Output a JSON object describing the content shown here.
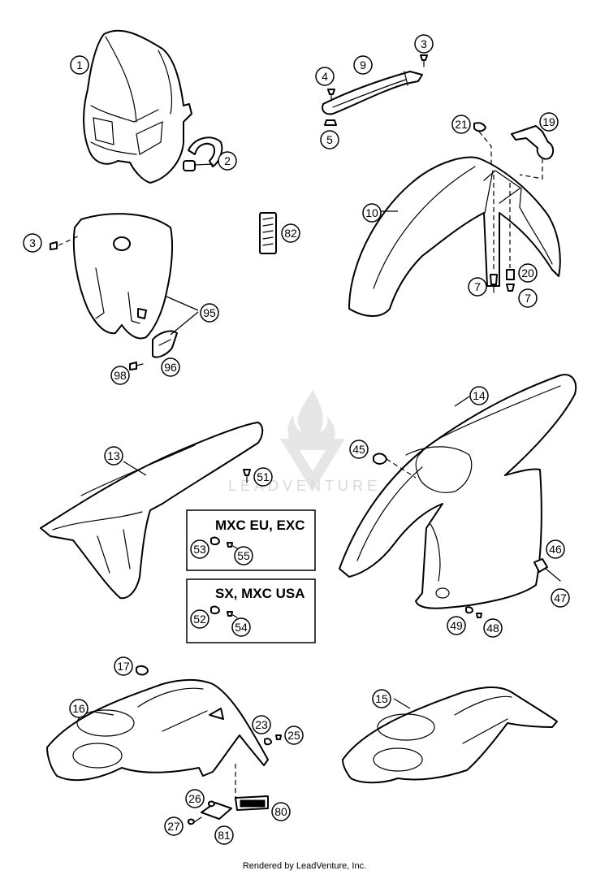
{
  "callouts": [
    {
      "id": "c1",
      "label": "1"
    },
    {
      "id": "c2",
      "label": "2"
    },
    {
      "id": "c3a",
      "label": "3"
    },
    {
      "id": "c3b",
      "label": "3"
    },
    {
      "id": "c4",
      "label": "4"
    },
    {
      "id": "c5",
      "label": "5"
    },
    {
      "id": "c9",
      "label": "9"
    },
    {
      "id": "c10",
      "label": "10"
    },
    {
      "id": "c19",
      "label": "19"
    },
    {
      "id": "c21",
      "label": "21"
    },
    {
      "id": "c20",
      "label": "20"
    },
    {
      "id": "c7a",
      "label": "7"
    },
    {
      "id": "c7b",
      "label": "7"
    },
    {
      "id": "c82",
      "label": "82"
    },
    {
      "id": "c95",
      "label": "95"
    },
    {
      "id": "c96",
      "label": "96"
    },
    {
      "id": "c98",
      "label": "98"
    },
    {
      "id": "c13",
      "label": "13"
    },
    {
      "id": "c51",
      "label": "51"
    },
    {
      "id": "c53",
      "label": "53"
    },
    {
      "id": "c55",
      "label": "55"
    },
    {
      "id": "c52",
      "label": "52"
    },
    {
      "id": "c54",
      "label": "54"
    },
    {
      "id": "c14",
      "label": "14"
    },
    {
      "id": "c45",
      "label": "45"
    },
    {
      "id": "c46",
      "label": "46"
    },
    {
      "id": "c47",
      "label": "47"
    },
    {
      "id": "c49",
      "label": "49"
    },
    {
      "id": "c48",
      "label": "48"
    },
    {
      "id": "c17",
      "label": "17"
    },
    {
      "id": "c16",
      "label": "16"
    },
    {
      "id": "c23",
      "label": "23"
    },
    {
      "id": "c25",
      "label": "25"
    },
    {
      "id": "c15",
      "label": "15"
    },
    {
      "id": "c26",
      "label": "26"
    },
    {
      "id": "c27",
      "label": "27"
    },
    {
      "id": "c80",
      "label": "80"
    },
    {
      "id": "c81",
      "label": "81"
    }
  ],
  "boxes": {
    "box1_title": "MXC EU, EXC",
    "box2_title": "SX, MXC USA"
  },
  "watermark": "LEADVENTURE",
  "footer": "Rendered by LeadVenture, Inc."
}
